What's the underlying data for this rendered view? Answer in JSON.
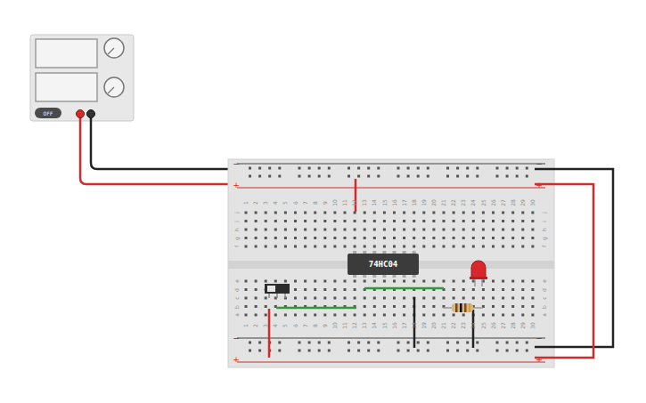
{
  "diagram": {
    "nodes": [
      {
        "text": [
          "OFF"
        ]
      },
      {
        "text": [
          "74HC04"
        ]
      }
    ],
    "labels": [
      "1",
      "2",
      "3",
      "4",
      "5",
      "6",
      "7",
      "8",
      "9",
      "10",
      "11",
      "12",
      "13",
      "14",
      "15",
      "16",
      "17",
      "18",
      "19",
      "20",
      "21",
      "22",
      "23",
      "24",
      "25",
      "26",
      "27",
      "28",
      "29",
      "30",
      "1",
      "2",
      "3",
      "4",
      "5",
      "6",
      "7",
      "8",
      "9",
      "10",
      "11",
      "12",
      "13",
      "14",
      "15",
      "16",
      "17",
      "18",
      "19",
      "20",
      "21",
      "22",
      "23",
      "24",
      "25",
      "26",
      "27",
      "28",
      "29",
      "30",
      "j",
      "i",
      "h",
      "g",
      "f",
      "e",
      "d",
      "c",
      "b",
      "a",
      "j",
      "i",
      "h",
      "g",
      "f",
      "e",
      "d",
      "c",
      "b",
      "a",
      "−",
      "+",
      "−",
      "+",
      "−",
      "+",
      "−",
      "+"
    ]
  }
}
